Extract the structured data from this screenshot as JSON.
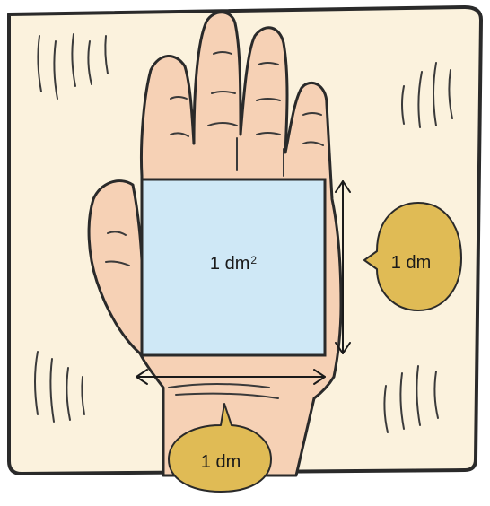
{
  "square": {
    "label_main": "1 dm",
    "label_exponent": "2",
    "fill_color": "#cfe8f6",
    "border_color": "#2a2a2a"
  },
  "bubbles": {
    "right_label": "1 dm",
    "bottom_label": "1 dm",
    "fill_color": "#e0bb55"
  },
  "colors": {
    "background": "#fbf2dd",
    "skin": "#f6d1b5",
    "outline": "#2a2a2a"
  }
}
